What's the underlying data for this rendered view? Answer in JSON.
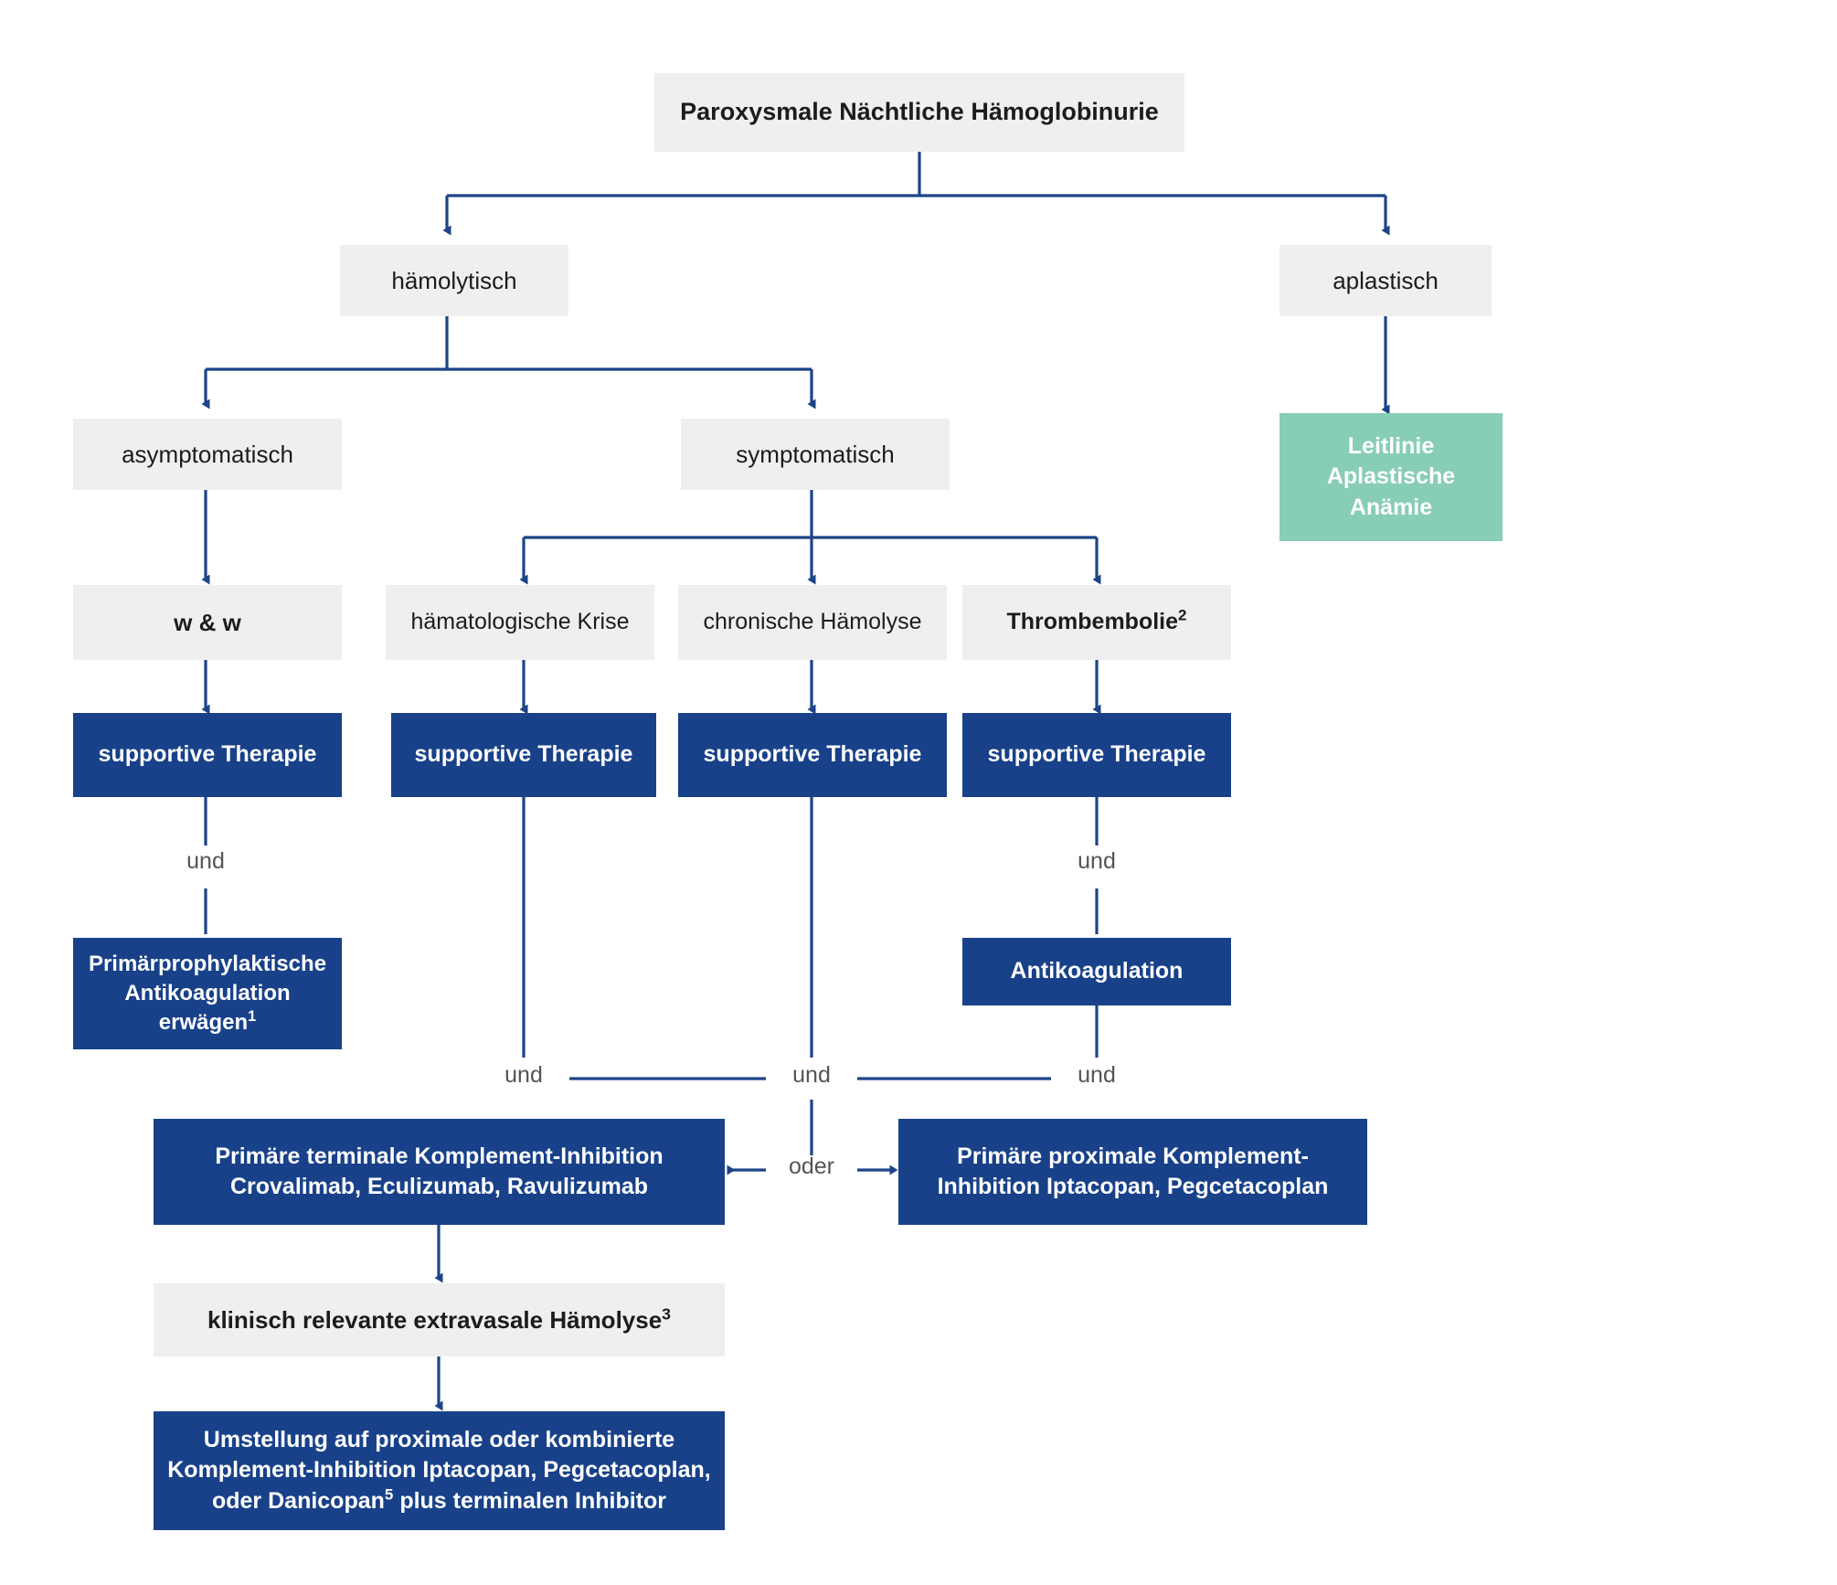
{
  "diagram": {
    "title": "Paroxysmale Nächtliche Hämoglobinurie",
    "palette": {
      "neutral_box": "#efefef",
      "primary_box": "#184189",
      "accent_box": "#88cdb5",
      "connector": "#1d4488",
      "label_text": "#555555"
    },
    "nodes": {
      "root": "Paroxysmale Nächtliche Hämoglobinurie",
      "haemolytisch": "hämolytisch",
      "aplastisch": "aplastisch",
      "leitlinie": "Leitlinie Aplastische Anämie",
      "asymptomatisch": "asymptomatisch",
      "symptomatisch": "symptomatisch",
      "watch_and_wait": "w & w",
      "haematologische_krise": "hämatologische Krise",
      "chronische_haemolyse": "chronische Hämolyse",
      "thrombembolie": "Thrombembolie",
      "thrombembolie_note": "2",
      "supportive_1": "supportive Therapie",
      "supportive_2": "supportive Therapie",
      "supportive_3": "supportive Therapie",
      "supportive_4": "supportive Therapie",
      "primaerprophylaxe": "Primärprophylaktische Antikoagulation erwägen",
      "primaerprophylaxe_note": "1",
      "antikoagulation": "Antikoagulation",
      "terminale": "Primäre terminale Komplement-Inhibition Crovalimab, Eculizumab, Ravulizumab",
      "proximale": "Primäre proximale Komplement-Inhibition Iptacopan, Pegcetacoplan",
      "extravasale": "klinisch relevante extravasale Hämolyse",
      "extravasale_note": "3",
      "umstellung": "Umstellung auf proximale oder kombinierte Komplement-Inhibition Iptacopan, Pegcetacoplan, oder Danicopan",
      "umstellung_note": "5",
      "umstellung_tail": " plus terminalen Inhibitor"
    },
    "connector_labels": {
      "und_asym": "und",
      "und_thromb": "und",
      "und_left": "und",
      "und_center": "und",
      "und_right": "und",
      "oder": "oder"
    }
  }
}
